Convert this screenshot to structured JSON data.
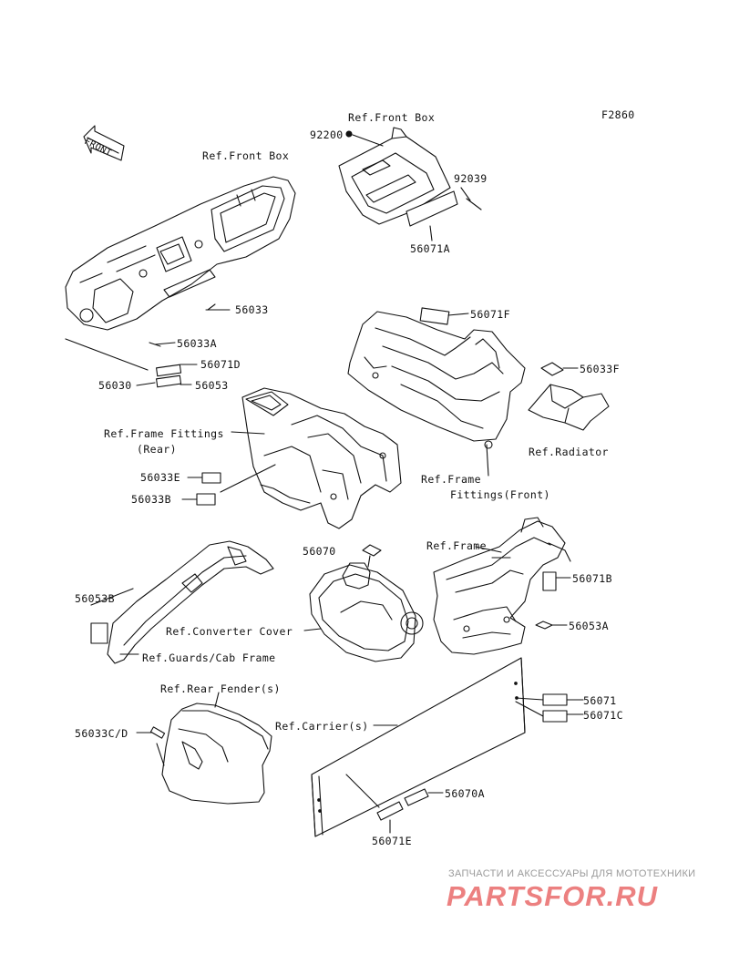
{
  "figure_code": "F2860",
  "front_arrow": "FRONT",
  "parts": {
    "p92200": "92200",
    "p92039": "92039",
    "p56071A": "56071A",
    "p56033": "56033",
    "p56033A": "56033A",
    "p56071D": "56071D",
    "p56030": "56030",
    "p56053": "56053",
    "p56071F": "56071F",
    "p56033F": "56033F",
    "p56033E": "56033E",
    "p56033B": "56033B",
    "p56070": "56070",
    "p56071B": "56071B",
    "p56053A": "56053A",
    "p56053B": "56053B",
    "p56071": "56071",
    "p56071C": "56071C",
    "p56033CD": "56033C/D",
    "p56070A": "56070A",
    "p56071E": "56071E"
  },
  "refs": {
    "front_box_top": "Ref.Front Box",
    "front_box_left": "Ref.Front Box",
    "radiator": "Ref.Radiator",
    "frame_fittings_rear_1": "Ref.Frame Fittings",
    "frame_fittings_rear_2": "(Rear)",
    "frame_fittings_front_1": "Ref.Frame",
    "frame_fittings_front_2": "Fittings(Front)",
    "frame": "Ref.Frame",
    "converter_cover": "Ref.Converter Cover",
    "guards_cab_frame": "Ref.Guards/Cab Frame",
    "rear_fender": "Ref.Rear Fender(s)",
    "carrier": "Ref.Carrier(s)"
  },
  "watermark": {
    "subtitle": "ЗАПЧАСТИ И АКСЕССУАРЫ ДЛЯ МОТОТЕХНИКИ",
    "logo": "PARTSFOR.RU"
  }
}
